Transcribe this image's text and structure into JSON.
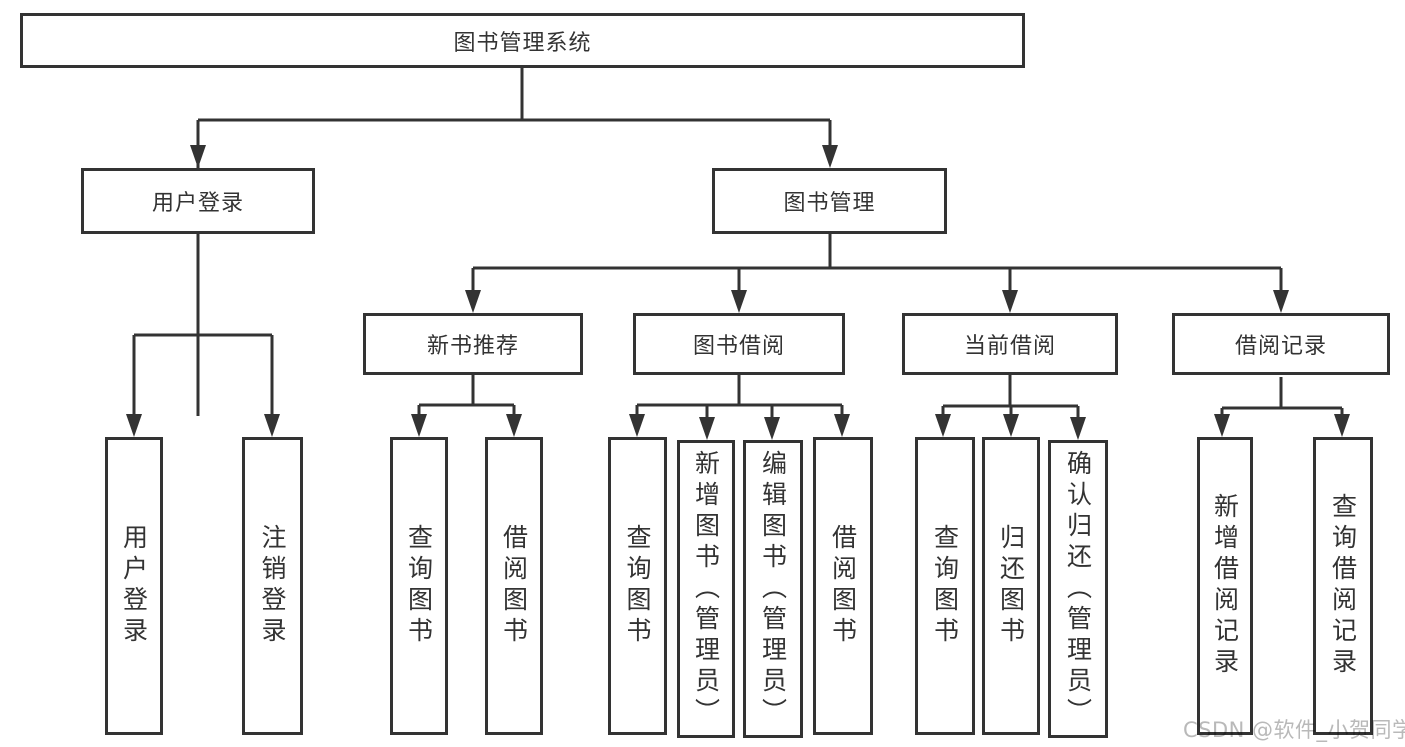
{
  "tree": {
    "root": {
      "label": "图书管理系统"
    },
    "branches": [
      {
        "label": "用户登录",
        "leaves": [
          "用户登录",
          "注销登录"
        ]
      },
      {
        "label": "图书管理",
        "groups": [
          {
            "label": "新书推荐",
            "leaves": [
              "查询图书",
              "借阅图书"
            ]
          },
          {
            "label": "图书借阅",
            "leaves": [
              "查询图书",
              "新增图书（管理员）",
              "编辑图书（管理员）",
              "借阅图书"
            ]
          },
          {
            "label": "当前借阅",
            "leaves": [
              "查询图书",
              "归还图书",
              "确认归还（管理员）"
            ]
          },
          {
            "label": "借阅记录",
            "leaves": [
              "新增借阅记录",
              "查询借阅记录"
            ]
          }
        ]
      }
    ]
  },
  "watermark": "CSDN @软件_小贺同学",
  "colors": {
    "line": "#333333",
    "text": "#333333",
    "box_background": "#ffffff",
    "watermark": "#b9b9b9",
    "background": "#ffffff"
  }
}
